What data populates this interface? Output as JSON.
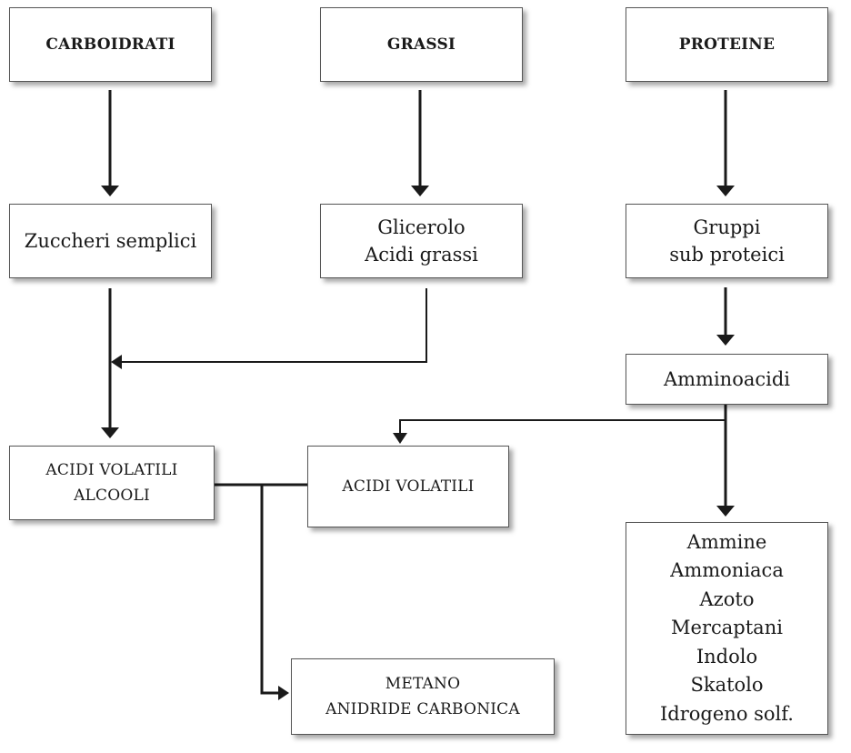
{
  "nodes": {
    "carboidrati": [
      "CARBOIDRATI"
    ],
    "grassi": [
      "GRASSI"
    ],
    "proteine": [
      "PROTEINE"
    ],
    "zuccheri": [
      "Zuccheri semplici"
    ],
    "glicerolo": [
      "Glicerolo",
      "Acidi grassi"
    ],
    "gruppi": [
      "Gruppi",
      "sub proteici"
    ],
    "amminoacidi": [
      "Amminoacidi"
    ],
    "acidi_volatili_alcooli": [
      "ACIDI VOLATILI",
      "ALCOOLI"
    ],
    "acidi_volatili": [
      "ACIDI VOLATILI"
    ],
    "prodotti_azotati": [
      "Ammine",
      "Ammoniaca",
      "Azoto",
      "Mercaptani",
      "Indolo",
      "Skatolo",
      "Idrogeno solf."
    ],
    "metano": [
      "METANO",
      "ANIDRIDE CARBONICA"
    ]
  }
}
